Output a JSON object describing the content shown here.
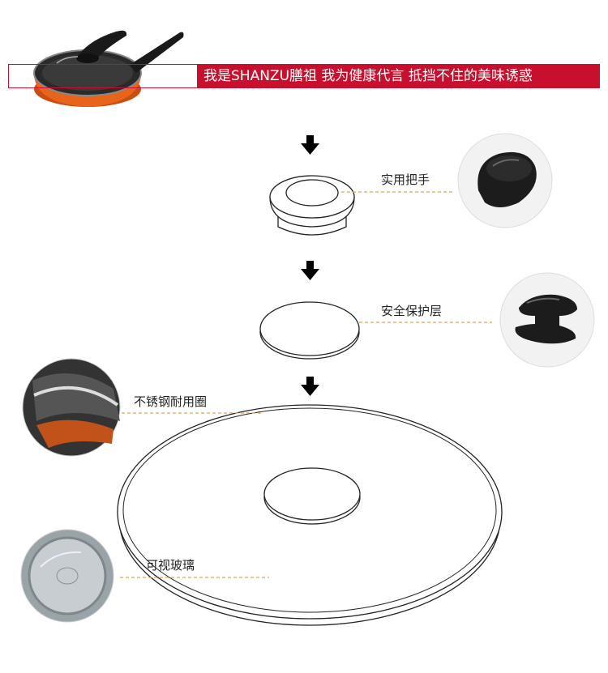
{
  "banner": {
    "text": "我是SHANZU膳祖  我为健康代言  抵挡不住的美味诱惑"
  },
  "parts": [
    {
      "label": "实用把手"
    },
    {
      "label": "安全保护层"
    },
    {
      "label": "不锈钢耐用圈"
    },
    {
      "label": "可视玻璃"
    }
  ],
  "colors": {
    "banner_red": "#c8102e",
    "pan_orange": "#e8641b",
    "leader_line": "#e8a24a"
  }
}
